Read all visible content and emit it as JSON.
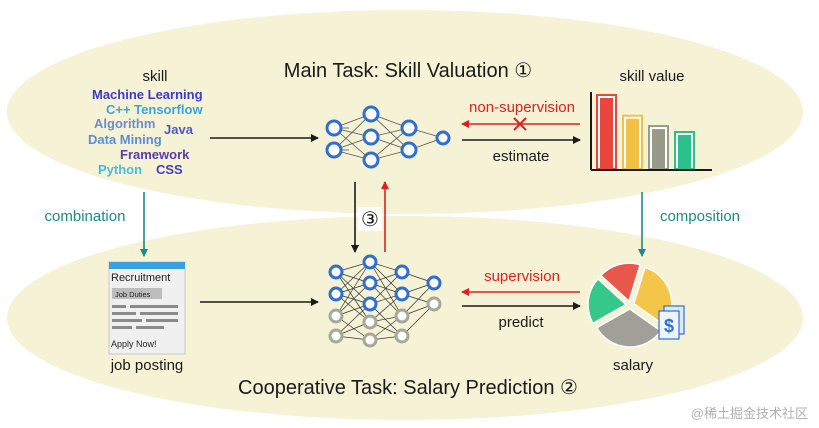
{
  "main_task_title": "Main Task: Skill Valuation ①",
  "coop_task_title": "Cooperative Task: Salary Prediction ②",
  "skill": {
    "label": "skill",
    "words": [
      {
        "text": "Machine Learning",
        "color": "#3a3ad0"
      },
      {
        "text": "C++ Tensorflow",
        "color": "#3aa6d8"
      },
      {
        "text": "Algorithm",
        "color": "#6b8fcc"
      },
      {
        "text": "Java",
        "color": "#4a5cc8"
      },
      {
        "text": "Data Mining",
        "color": "#5b8ed6"
      },
      {
        "text": "Framework",
        "color": "#5a3ab0"
      },
      {
        "text": "Python",
        "color": "#45bde0"
      },
      {
        "text": "CSS",
        "color": "#4a3ac0"
      }
    ]
  },
  "skill_value": {
    "label": "skill value",
    "bar_values": [
      1.0,
      0.72,
      0.58,
      0.5
    ],
    "bar_colors": [
      "#e8453c",
      "#f2c043",
      "#9a9a8a",
      "#2cc08a"
    ]
  },
  "arrows": {
    "non_supervision": "non-supervision",
    "estimate": "estimate",
    "supervision": "supervision",
    "predict": "predict",
    "combination": "combination",
    "composition": "composition",
    "exchange_marker": "③"
  },
  "job_posting": {
    "label": "job posting",
    "doc_title": "Recruitment",
    "doc_section": "Job Duties",
    "doc_footer": "Apply Now!"
  },
  "salary": {
    "label": "salary",
    "pie_values": [
      0.3,
      0.32,
      0.2,
      0.18
    ],
    "pie_colors": [
      "#f3c64a",
      "#a0a098",
      "#36c78a",
      "#e8574c"
    ],
    "currency_icon": "$"
  },
  "colors": {
    "ellipse_fill": "#f6f2d6",
    "node_blue": "#2f6fd0",
    "node_gray": "#a8a898",
    "teal": "#1a8a8a",
    "red": "#e02020"
  },
  "watermark": "@稀土掘金技术社区"
}
